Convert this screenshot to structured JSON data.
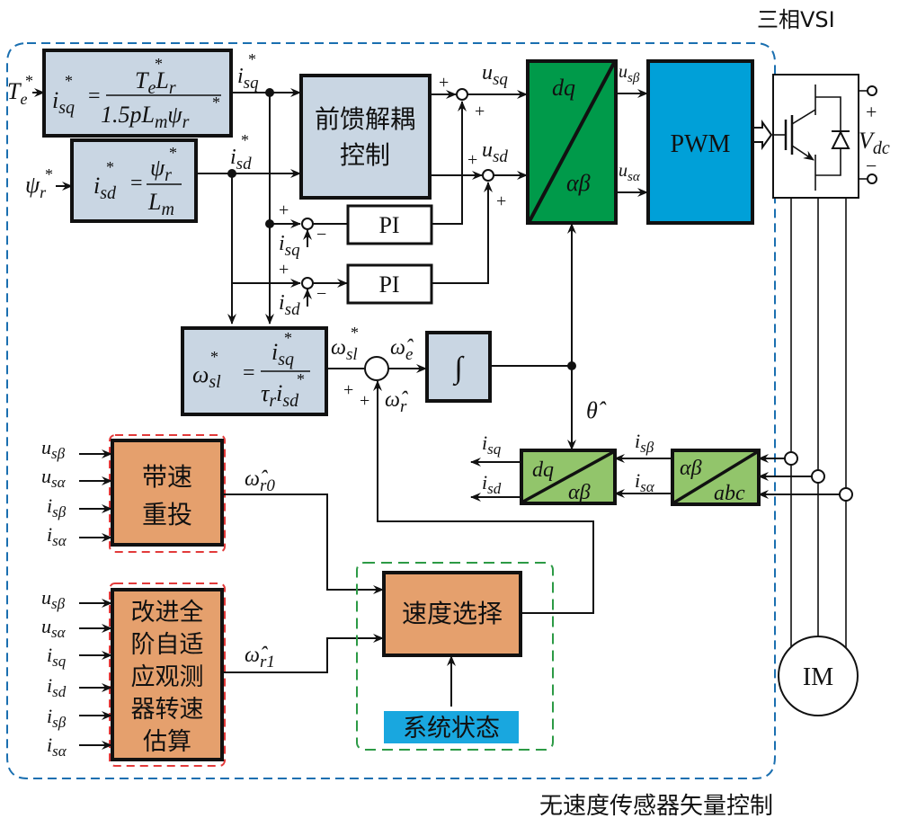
{
  "title": "无速度传感器矢量控制",
  "inverter_label": "三相VSI",
  "colors": {
    "calc_block": "#c9d6e3",
    "dq_transform": "#009a4a",
    "pwm": "#00a0d8",
    "current_transform": "#92c56b",
    "estimator_block": "#e5a06d",
    "status_box": "#19a7df",
    "outer_border": "#1a6fb0",
    "red_dash": "#e23a3a",
    "green_dash": "#2c9a45"
  },
  "blocks": {
    "isq_calc": {
      "lhs": "i",
      "lhs_sub": "sq",
      "num": "T",
      "num_sub": "e",
      "num_rest": "L",
      "num_rest_sub": "r",
      "den_prefix": "1.5pL",
      "den_sub": "m",
      "den_psi": "ψ",
      "den_psi_sub": "r"
    },
    "isd_calc": {
      "lhs": "i",
      "lhs_sub": "sd",
      "num": "ψ",
      "num_sub": "r",
      "den": "L",
      "den_sub": "m"
    },
    "decoupling": {
      "line1": "前馈解耦",
      "line2": "控制"
    },
    "pi_q": "PI",
    "pi_d": "PI",
    "slip_calc": {
      "lhs": "ω",
      "lhs_sub": "sl",
      "num": "i",
      "num_sub": "sq",
      "den_tau": "τ",
      "den_tau_sub": "r",
      "den": "i",
      "den_sub": "sd"
    },
    "integrator": "∫",
    "dq_to_ab": {
      "top": "dq",
      "bottom": "αβ"
    },
    "pwm": "PWM",
    "ab_to_dq": {
      "top": "dq",
      "bottom": "αβ"
    },
    "abc_to_ab": {
      "top": "αβ",
      "bottom": "abc"
    },
    "flying_restart": {
      "line1": "带速",
      "line2": "重投"
    },
    "observer": {
      "lines": [
        "改进全",
        "阶自适",
        "应观测",
        "器转速",
        "估算"
      ]
    },
    "speed_select": "速度选择",
    "system_state": "系统状态",
    "motor": "IM"
  },
  "signals": {
    "Te_ref": {
      "base": "T",
      "sub": "e",
      "sup": "*"
    },
    "psi_ref": {
      "base": "ψ",
      "sub": "r",
      "sup": "*"
    },
    "isq_ref": {
      "base": "i",
      "sub": "sq",
      "sup": "*"
    },
    "isd_ref": {
      "base": "i",
      "sub": "sd",
      "sup": "*"
    },
    "usq": {
      "base": "u",
      "sub": "sq"
    },
    "usd": {
      "base": "u",
      "sub": "sd"
    },
    "usb": {
      "base": "u",
      "sub": "sβ"
    },
    "usa": {
      "base": "u",
      "sub": "sα"
    },
    "isq": {
      "base": "i",
      "sub": "sq"
    },
    "isd": {
      "base": "i",
      "sub": "sd"
    },
    "isb": {
      "base": "i",
      "sub": "sβ"
    },
    "isa": {
      "base": "i",
      "sub": "sα"
    },
    "wsl_ref": {
      "base": "ω",
      "sub": "sl",
      "sup": "*"
    },
    "we_hat": {
      "base": "ω̂",
      "sub": "e"
    },
    "wr_hat": {
      "base": "ω̂",
      "sub": "r"
    },
    "wr0_hat": {
      "base": "ω̂",
      "sub": "r0"
    },
    "wr1_hat": {
      "base": "ω̂",
      "sub": "r1"
    },
    "theta_hat": {
      "base": "θ̂"
    },
    "vdc": {
      "base": "V",
      "sub": "dc"
    },
    "plus": "+",
    "minus": "−"
  }
}
